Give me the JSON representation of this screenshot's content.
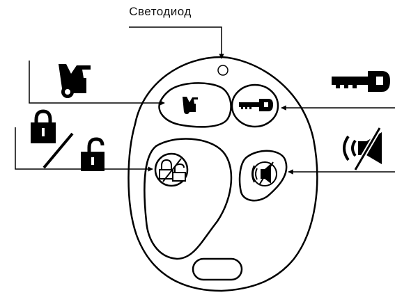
{
  "labels": {
    "led": "Светодиод"
  },
  "buttons": [
    {
      "id": "trunk",
      "icon": "trunk-icon"
    },
    {
      "id": "ignition",
      "icon": "key-icon"
    },
    {
      "id": "lock-unlock",
      "icon": "lock-unlock-icon"
    },
    {
      "id": "panic",
      "icon": "mute-speaker-icon"
    }
  ],
  "colors": {
    "ink": "#000000",
    "background": "#ffffff"
  }
}
